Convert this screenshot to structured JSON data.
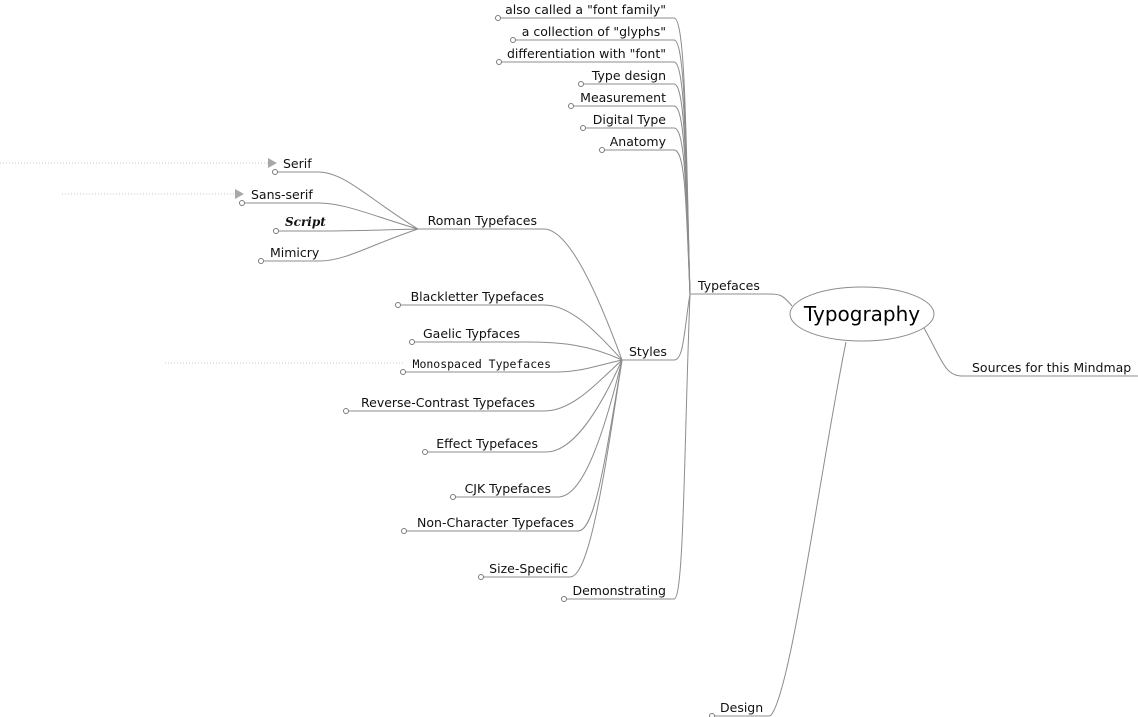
{
  "root": {
    "label": "Typography"
  },
  "right_branch": {
    "label": "Sources for this Mindmap"
  },
  "bottom_branch": {
    "label": "Design"
  },
  "typefaces": {
    "label": "Typefaces",
    "children": [
      "also called a \"font family\"",
      "a collection of \"glyphs\"",
      "differentiation with \"font\"",
      "Type design",
      "Measurement",
      "Digital Type",
      "Anatomy"
    ]
  },
  "styles": {
    "label": "Styles",
    "children": [
      "Blackletter Typefaces",
      "Gaelic Typfaces",
      "Monospaced Typefaces",
      "Reverse-Contrast Typefaces",
      "Effect Typefaces",
      "CJK Typefaces",
      "Non-Character Typefaces",
      "Size-Specific"
    ]
  },
  "roman": {
    "label": "Roman Typefaces",
    "children": [
      "Serif",
      "Sans-serif",
      "Script",
      "Mimicry"
    ]
  },
  "demonstrating": {
    "label": "Demonstrating"
  }
}
